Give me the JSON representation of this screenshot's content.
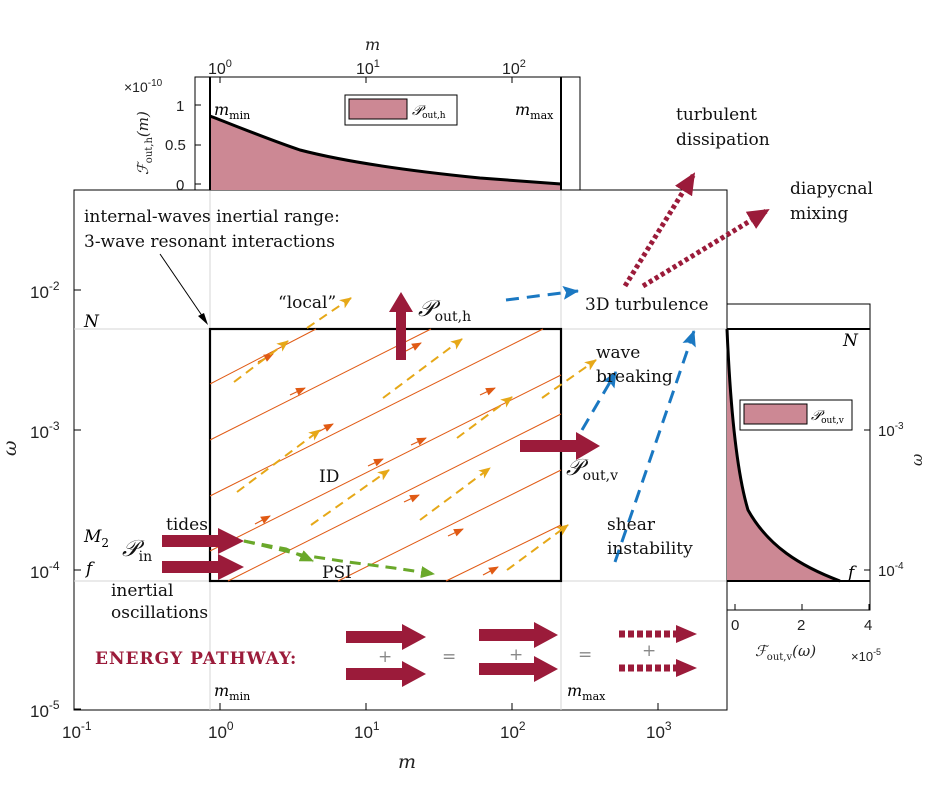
{
  "main": {
    "x_axis_label": "m",
    "y_axis_label": "ω",
    "x_ticks": [
      {
        "base": "10",
        "exp": "-1"
      },
      {
        "base": "10",
        "exp": "0"
      },
      {
        "base": "10",
        "exp": "1"
      },
      {
        "base": "10",
        "exp": "2"
      },
      {
        "base": "10",
        "exp": "3"
      }
    ],
    "y_ticks": [
      {
        "base": "10",
        "exp": "-5"
      },
      {
        "base": "10",
        "exp": "-4"
      },
      {
        "base": "10",
        "exp": "-3"
      },
      {
        "base": "10",
        "exp": "-2"
      }
    ],
    "labels": {
      "N": "N",
      "M2": "M",
      "M2_sub": "2",
      "f": "f",
      "m_min": "m",
      "m_min_sub": "min",
      "m_max": "m",
      "m_max_sub": "max",
      "inertial_range_line1": "internal-waves inertial range:",
      "inertial_range_line2": "3-wave resonant interactions",
      "local": "“local”",
      "ID": "ID",
      "PSI": "PSI",
      "tides": "tides",
      "inertial_line1": "inertial",
      "inertial_line2": "oscillations",
      "P_in": "𝒫",
      "P_in_sub": "in",
      "P_out_h": "𝒫",
      "P_out_h_sub": "out,h",
      "P_out_v": "𝒫",
      "P_out_v_sub": "out,v",
      "turbulence": "3D turbulence",
      "wave_breaking_line1": "wave",
      "wave_breaking_line2": "breaking",
      "shear_line1": "shear",
      "shear_line2": "instability",
      "turb_diss_line1": "turbulent",
      "turb_diss_line2": "dissipation",
      "diapycnal_line1": "diapycnal",
      "diapycnal_line2": "mixing",
      "energy_pathway": "ENERGY PATHWAY:",
      "plus": "+",
      "equals": "="
    }
  },
  "top_panel": {
    "x_axis_label": "m",
    "y_axis_label_main": "ℱ",
    "y_axis_label_sub": "out,h",
    "y_axis_label_arg": "(m)",
    "multiplier": "×10",
    "multiplier_exp": "-10",
    "x_ticks": [
      {
        "base": "10",
        "exp": "0"
      },
      {
        "base": "10",
        "exp": "1"
      },
      {
        "base": "10",
        "exp": "2"
      }
    ],
    "y_ticks": [
      "0",
      "0.5",
      "1"
    ],
    "legend_main": "𝒫",
    "legend_sub": "out,h",
    "m_min": "m",
    "m_min_sub": "min",
    "m_max": "m",
    "m_max_sub": "max"
  },
  "right_panel": {
    "x_axis_label_main": "ℱ",
    "x_axis_label_sub": "out,v",
    "x_axis_label_arg": "(ω)",
    "multiplier": "×10",
    "multiplier_exp": "-5",
    "y_axis_label": "ω",
    "x_ticks": [
      "0",
      "2",
      "4"
    ],
    "y_ticks": [
      {
        "base": "10",
        "exp": "-4"
      },
      {
        "base": "10",
        "exp": "-3"
      }
    ],
    "legend_main": "𝒫",
    "legend_sub": "out,v",
    "N": "N",
    "f": "f"
  },
  "colors": {
    "crimson": "#9b1b3a",
    "fill_pink": "#cc8894",
    "orange": "#e05a14",
    "gold": "#e6a818",
    "green": "#6aa82a",
    "blue": "#1a78c2"
  }
}
